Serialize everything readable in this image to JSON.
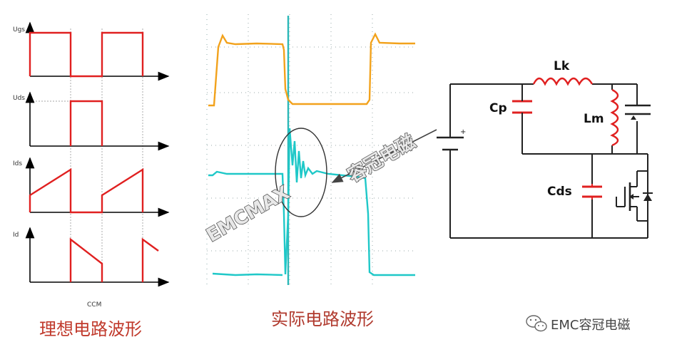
{
  "ideal_panel": {
    "signals": [
      "Ugs",
      "Uds",
      "Ids",
      "Id"
    ],
    "x_label": "CCM",
    "caption": "理想电路波形"
  },
  "actual_panel": {
    "caption": "实际电路波形"
  },
  "circuit": {
    "components": [
      "Lk",
      "Cp",
      "Lm",
      "Cds"
    ]
  },
  "watermarks": {
    "diagonal": "EMCMAX",
    "arrow_label": "容冠电磁"
  },
  "brand": {
    "name": "EMC容冠电磁"
  },
  "colors": {
    "ideal_wave": "#e02020",
    "axis": "#000000",
    "scope_orange": "#f2a21c",
    "scope_cyan": "#1fc8c8",
    "scope_cursor": "#2bb8b8",
    "circuit_wire": "#222222",
    "capacitor": "#e02020",
    "inductor": "#e02020",
    "caption_ideal": "#c0392b",
    "caption_actual": "#b03a2e"
  }
}
